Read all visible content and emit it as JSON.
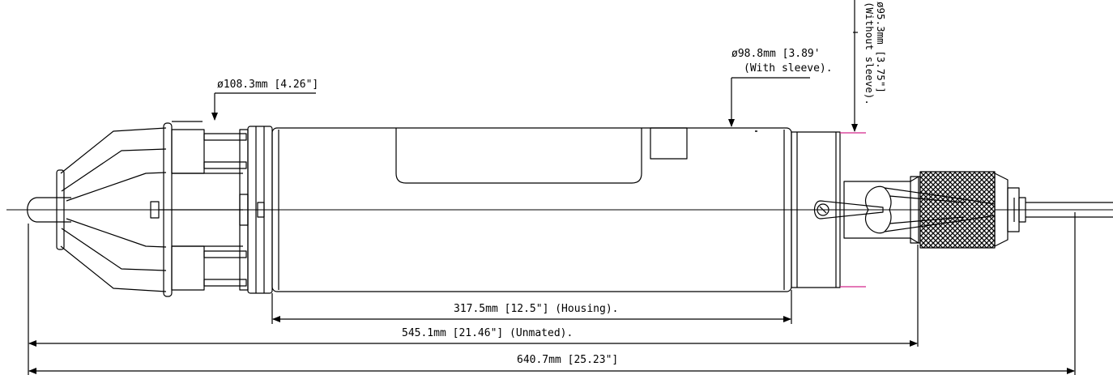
{
  "annotations": {
    "dia_cage": "ø108.3mm  [4.26\"]",
    "dia_with_sleeve_1": "ø98.8mm  [3.89'",
    "dia_with_sleeve_2": "(With sleeve).",
    "dia_without_sleeve_1": "ø95.3mm  [3.75\"]",
    "dia_without_sleeve_2": "(Without sleeve).",
    "len_housing": "317.5mm  [12.5\"] (Housing).",
    "len_unmated": "545.1mm [21.46\"] (Unmated).",
    "len_overall": "640.7mm  [25.23\"]"
  },
  "colors": {
    "line": "#000000",
    "sleeve_mark": "#d4288c",
    "background": "#ffffff"
  }
}
